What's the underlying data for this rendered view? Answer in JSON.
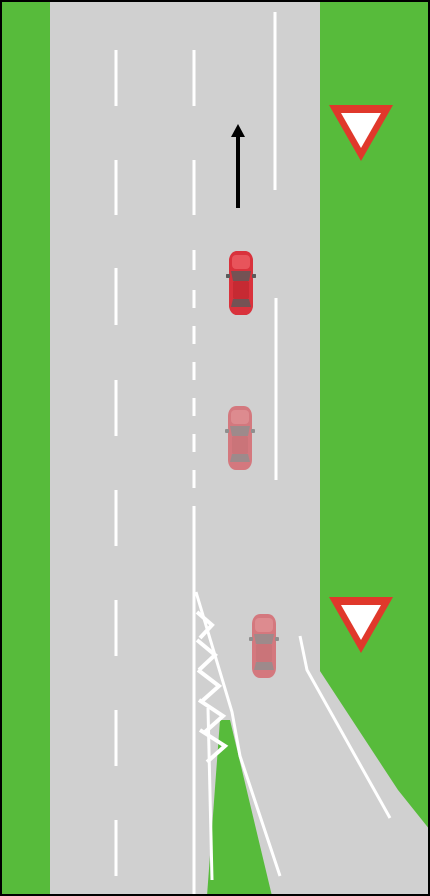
{
  "scene": {
    "description_type": "road-merge-diagram",
    "colors": {
      "grass": "#57bb3b",
      "road": "#d0d0d0",
      "marking": "#ffffff",
      "sign_border": "#e0382b",
      "sign_fill": "#ffffff",
      "car_active": "#d9323c",
      "car_ghost": "#e8a0a0",
      "arrow": "#000000",
      "frame": "#000000"
    },
    "icons": {
      "direction": "arrow-up-icon",
      "sign": "yield-sign-icon",
      "vehicle": "car-icon"
    },
    "cars": [
      {
        "state": "current",
        "opacity": 1.0
      },
      {
        "state": "previous",
        "opacity": 0.55
      },
      {
        "state": "earlier",
        "opacity": 0.55
      }
    ],
    "signs": [
      "yield",
      "yield"
    ]
  }
}
